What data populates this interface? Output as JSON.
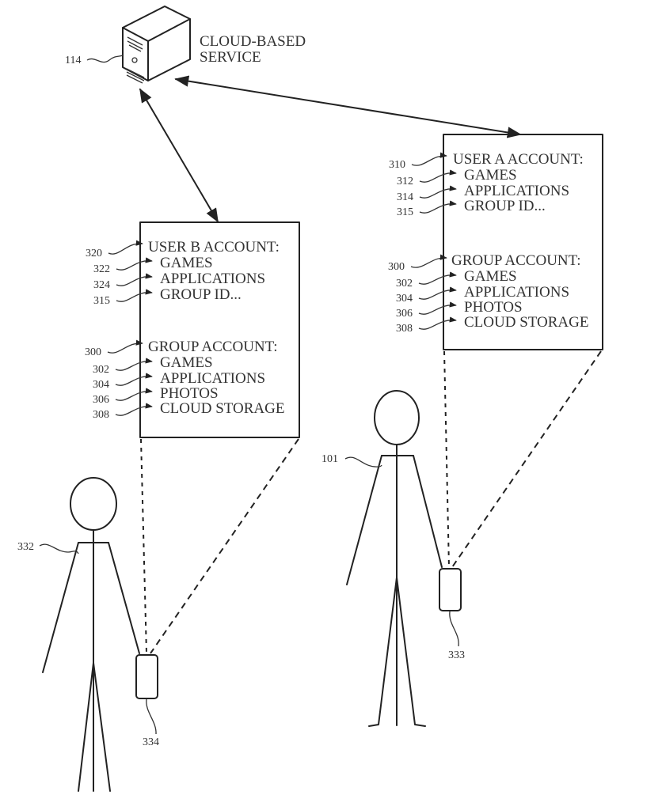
{
  "server": {
    "ref": "114",
    "label_line1": "CLOUD-BASED",
    "label_line2": "SERVICE"
  },
  "user_b_panel": {
    "user_account": {
      "ref": "320",
      "title": "USER B ACCOUNT:",
      "items": [
        {
          "ref": "322",
          "label": "GAMES"
        },
        {
          "ref": "324",
          "label": "APPLICATIONS"
        },
        {
          "ref": "315",
          "label": "GROUP ID..."
        }
      ]
    },
    "group_account": {
      "ref": "300",
      "title": "GROUP ACCOUNT:",
      "items": [
        {
          "ref": "302",
          "label": "GAMES"
        },
        {
          "ref": "304",
          "label": "APPLICATIONS"
        },
        {
          "ref": "306",
          "label": "PHOTOS"
        },
        {
          "ref": "308",
          "label": "CLOUD STORAGE"
        }
      ]
    }
  },
  "user_a_panel": {
    "user_account": {
      "ref": "310",
      "title": "USER A ACCOUNT:",
      "items": [
        {
          "ref": "312",
          "label": "GAMES"
        },
        {
          "ref": "314",
          "label": "APPLICATIONS"
        },
        {
          "ref": "315",
          "label": "GROUP ID..."
        }
      ]
    },
    "group_account": {
      "ref": "300",
      "title": "GROUP ACCOUNT:",
      "items": [
        {
          "ref": "302",
          "label": "GAMES"
        },
        {
          "ref": "304",
          "label": "APPLICATIONS"
        },
        {
          "ref": "306",
          "label": "PHOTOS"
        },
        {
          "ref": "308",
          "label": "CLOUD STORAGE"
        }
      ]
    }
  },
  "person_b": {
    "ref": "332",
    "device_ref": "334"
  },
  "person_a": {
    "ref": "101",
    "device_ref": "333"
  }
}
